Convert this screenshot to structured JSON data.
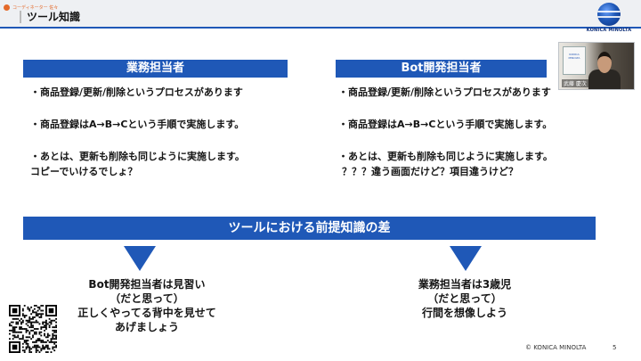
{
  "presenter_badge": "コーディネーター 佐々",
  "slide_title": "ツール知識",
  "logo_text": "KONICA MINOLTA",
  "webcam": {
    "board_text": "KONICA MINOLTA",
    "name": "武藤 慶次"
  },
  "left_panel": {
    "header": "業務担当者",
    "bullets": [
      "・商品登録/更新/削除というプロセスがあります",
      "・商品登録はA→B→Cという手順で実施します。",
      "・あとは、更新も削除も同じように実施します。",
      "コピーでいけるでしょ？"
    ]
  },
  "right_panel": {
    "header": "Bot開発担当者",
    "bullets": [
      "・商品登録/更新/削除というプロセスがあります",
      "・商品登録はA→B→Cという手順で実施します。",
      "・あとは、更新も削除も同じように実施します。",
      "？？？違う画面だけど？項目違うけど？"
    ]
  },
  "summary": "ツールにおける前提知識の差",
  "advice_left": [
    "Bot開発担当者は見習い",
    "（だと思って）",
    "正しくやってる背中を見せて",
    "あげましょう"
  ],
  "advice_right": [
    "業務担当者は3歳児",
    "（だと思って）",
    "行間を想像しよう"
  ],
  "footer": {
    "copyright": "© KONICA MINOLTA",
    "page": "5"
  },
  "colors": {
    "accent": "#1f58b7",
    "badge": "#e46a2b"
  }
}
